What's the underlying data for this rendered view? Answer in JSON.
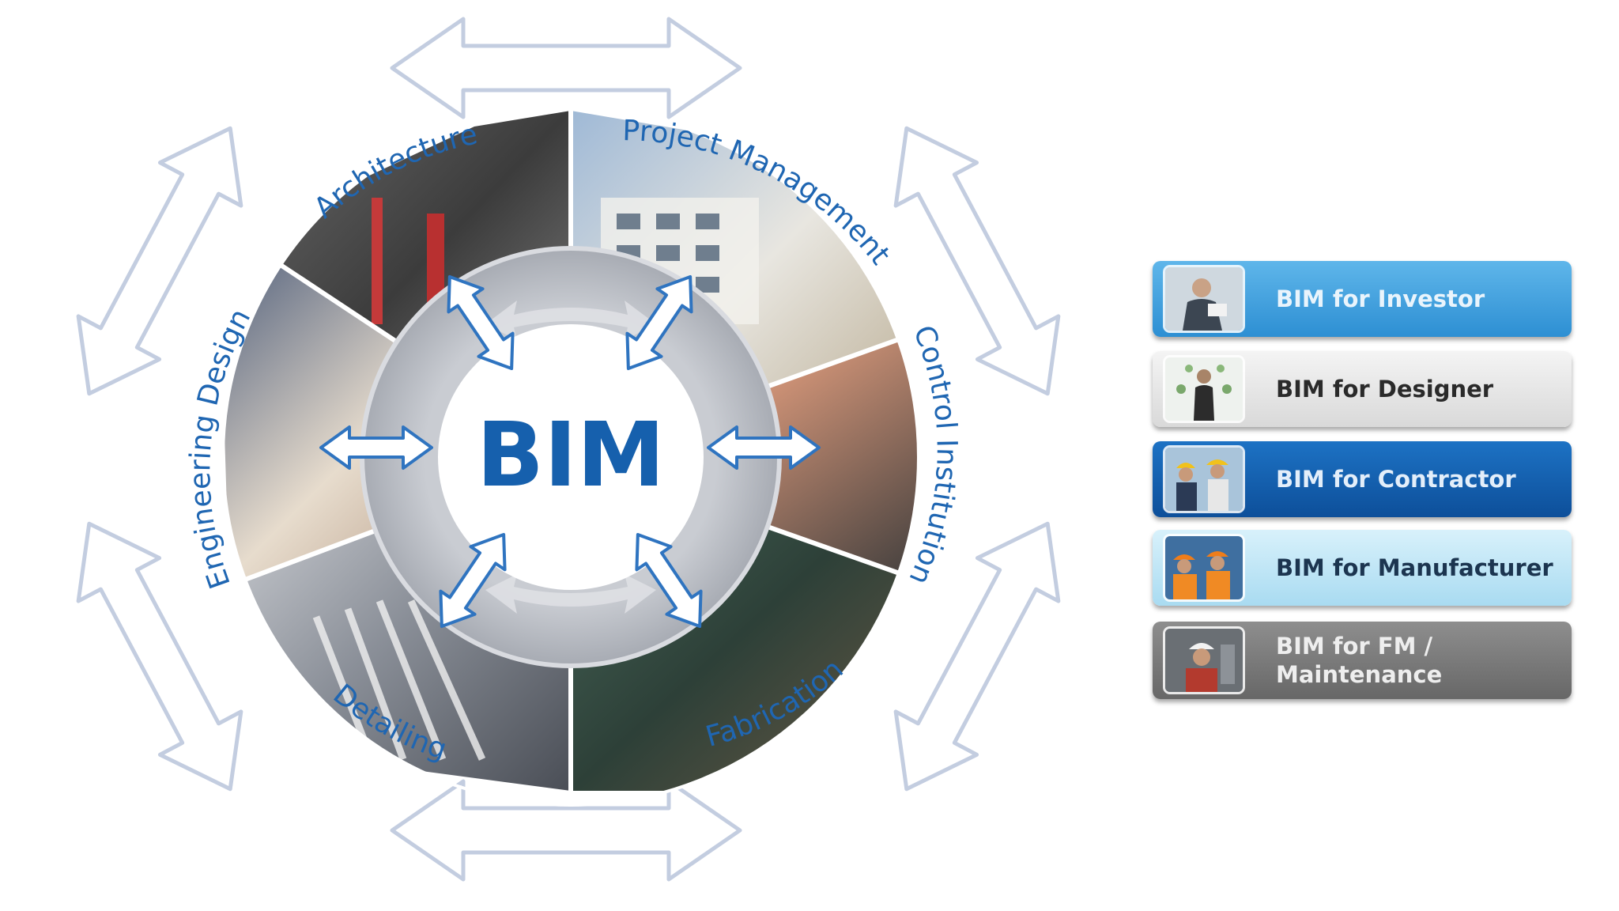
{
  "diagram": {
    "center_label": "BIM",
    "segments": [
      {
        "label": "Architecture"
      },
      {
        "label": "Project Management"
      },
      {
        "label": "Control Institution"
      },
      {
        "label": "Fabrication"
      },
      {
        "label": "Detailing"
      },
      {
        "label": "Engineering Design"
      }
    ],
    "colors": {
      "label_blue": "#1f66b2",
      "ring_gray": "#b9bcc2",
      "arrow_outline": "#c9d3e6"
    }
  },
  "panel": {
    "cards": [
      {
        "label": "BIM for Investor",
        "color": "#3a9fdf"
      },
      {
        "label": "BIM for Designer",
        "color": "#e3e3e3"
      },
      {
        "label": "BIM for Contractor",
        "color": "#1560b0"
      },
      {
        "label": "BIM for Manufacturer",
        "color": "#bfe6f7"
      },
      {
        "label_line1": "BIM for FM /",
        "label_line2": "Maintenance",
        "color": "#7a7a7a"
      }
    ]
  }
}
